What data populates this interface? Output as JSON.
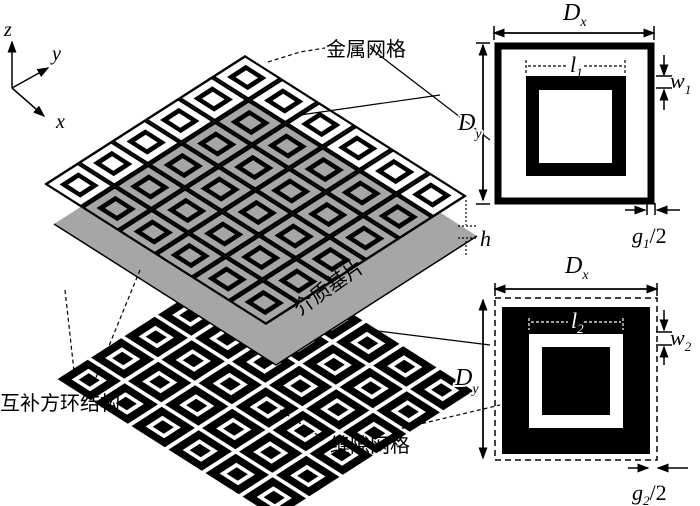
{
  "axes": {
    "z": "z",
    "y": "y",
    "x": "x"
  },
  "labels": {
    "metal_grid": "金属网格",
    "substrate": "介质基片",
    "complementary_ring": "互补方环结构",
    "slot_grid": "缝隙网格",
    "h": "h"
  },
  "unit_top": {
    "Dx": "D",
    "Dx_sub": "x",
    "Dy": "D",
    "Dy_sub": "y",
    "l": "l",
    "l_sub": "1",
    "w": "w",
    "w_sub": "1",
    "g": "g",
    "g_sub": "1",
    "g_suffix": "/2"
  },
  "unit_bottom": {
    "Dx": "D",
    "Dx_sub": "x",
    "Dy": "D",
    "Dy_sub": "y",
    "l": "l",
    "l_sub": "2",
    "w": "w",
    "w_sub": "2",
    "g": "g",
    "g_sub": "2",
    "g_suffix": "/2"
  },
  "colors": {
    "metal": "#000000",
    "substrate": "#a6a6a6",
    "background": "#ffffff"
  }
}
